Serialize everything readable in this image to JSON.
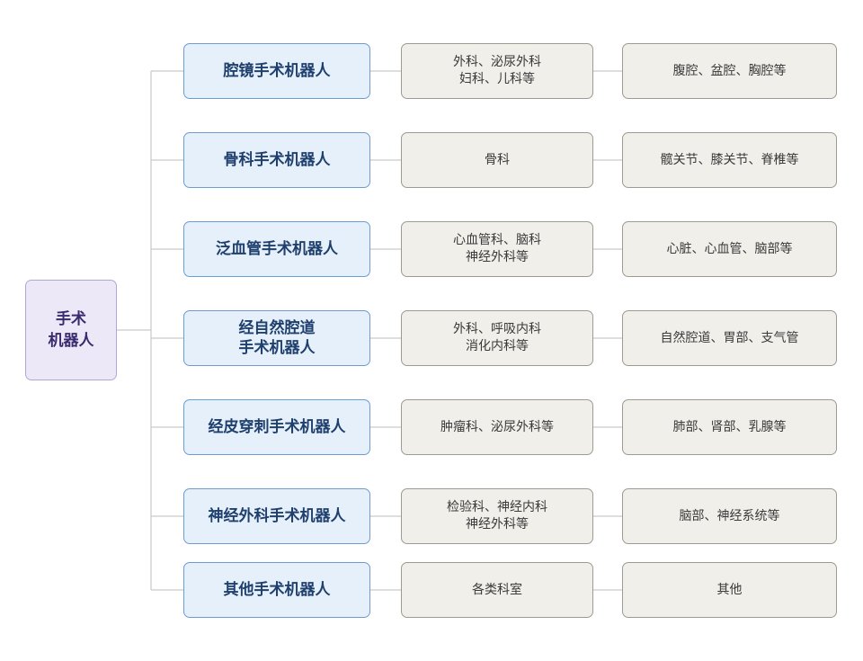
{
  "root": {
    "label": "手术\n机器人"
  },
  "rows": [
    {
      "category": "腔镜手术机器人",
      "departments": "外科、泌尿外科\n妇科、儿科等",
      "sites": "腹腔、盆腔、胸腔等"
    },
    {
      "category": "骨科手术机器人",
      "departments": "骨科",
      "sites": "髋关节、膝关节、脊椎等"
    },
    {
      "category": "泛血管手术机器人",
      "departments": "心血管科、脑科\n神经外科等",
      "sites": "心脏、心血管、脑部等"
    },
    {
      "category": "经自然腔道\n手术机器人",
      "departments": "外科、呼吸内科\n消化内科等",
      "sites": "自然腔道、胃部、支气管"
    },
    {
      "category": "经皮穿刺手术机器人",
      "departments": "肿瘤科、泌尿外科等",
      "sites": "肺部、肾部、乳腺等"
    },
    {
      "category": "神经外科手术机器人",
      "departments": "检验科、神经内科\n神经外科等",
      "sites": "脑部、神经系统等"
    },
    {
      "category": "其他手术机器人",
      "departments": "各类科室",
      "sites": "其他"
    }
  ],
  "colors": {
    "root_fill": "#ede8f7",
    "category_fill": "#e5f0fb",
    "leaf_fill": "#f1efea",
    "connector": "#c9c9c9"
  }
}
